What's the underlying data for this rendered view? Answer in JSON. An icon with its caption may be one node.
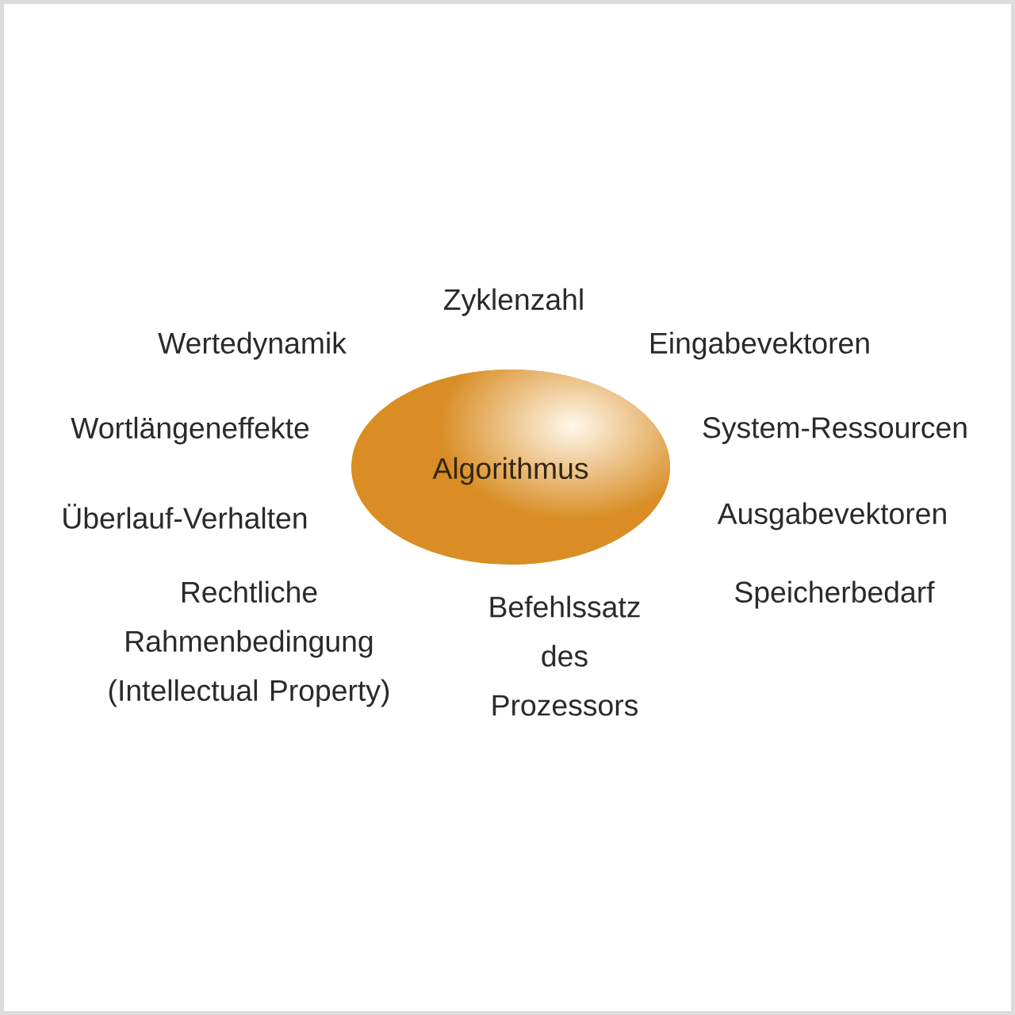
{
  "diagram": {
    "nodes": [
      {
        "text": [
          "Algorithmus"
        ]
      }
    ],
    "labels": [
      "Zyklenzahl",
      "Wertedynamik",
      "Eingabevektoren",
      "Wortlängeneffekte",
      "System-Ressourcen",
      "Überlauf-Verhalten",
      "Ausgabevektoren",
      "Rechtliche Rahmenbedingung (Intellectual Property)",
      "Befehlssatz des Prozessors",
      "Speicherbedarf"
    ]
  }
}
